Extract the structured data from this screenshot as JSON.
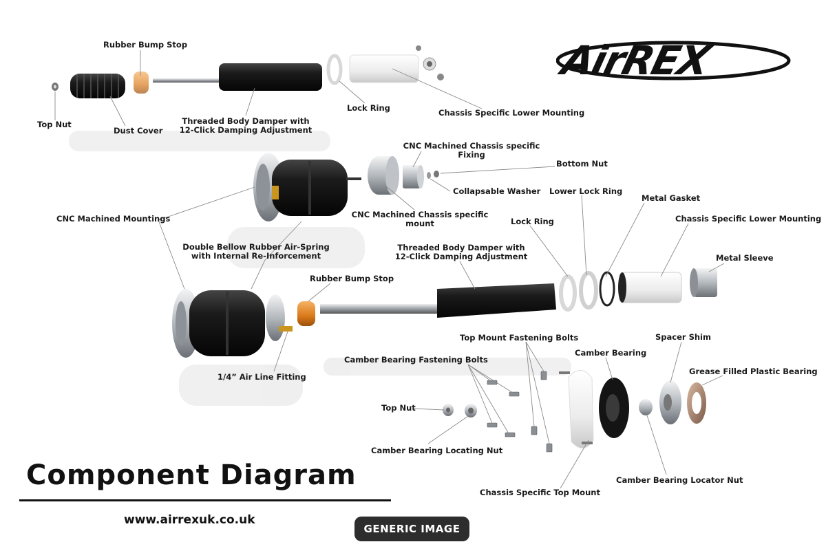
{
  "brand": {
    "logo_text": "AirREX",
    "website": "www.airrexuk.co.uk",
    "badge": "GENERIC IMAGE"
  },
  "diagram": {
    "title": "Component Diagram",
    "labels": {
      "rubber_bump_stop_top": "Rubber Bump Stop",
      "top_nut_top": "Top Nut",
      "dust_cover": "Dust Cover",
      "threaded_damper_top_1": "Threaded Body Damper with",
      "threaded_damper_top_2": "12-Click Damping Adjustment",
      "lock_ring_top": "Lock Ring",
      "chassis_lower_mount_top": "Chassis Specific Lower Mounting",
      "cnc_fixing_1": "CNC Machined Chassis specific",
      "cnc_fixing_2": "Fixing",
      "bottom_nut": "Bottom Nut",
      "collapsable_washer": "Collapsable Washer",
      "cnc_mount_1": "CNC Machined Chassis specific",
      "cnc_mount_2": "mount",
      "lower_lock_ring": "Lower Lock Ring",
      "metal_gasket": "Metal Gasket",
      "cnc_mountings": "CNC Machined Mountings",
      "lock_ring_mid": "Lock Ring",
      "chassis_lower_mount_mid": "Chassis Specific Lower Mounting",
      "double_bellow_1": "Double Bellow Rubber Air-Spring",
      "double_bellow_2": "with Internal Re-Inforcement",
      "threaded_damper_mid_1": "Threaded Body Damper with",
      "threaded_damper_mid_2": "12-Click Damping Adjustment",
      "metal_sleeve": "Metal Sleeve",
      "rubber_bump_stop_mid": "Rubber Bump Stop",
      "top_mount_bolts": "Top Mount Fastening Bolts",
      "spacer_shim": "Spacer Shim",
      "camber_bearing": "Camber Bearing",
      "camber_bearing_bolts": "Camber Bearing Fastening Bolts",
      "grease_bearing": "Grease Filled Plastic Bearing",
      "air_line_fitting": "1/4” Air Line Fitting",
      "top_nut_bottom": "Top Nut",
      "camber_locating_nut": "Camber Bearing Locating Nut",
      "camber_locator_nut": "Camber Bearing Locator Nut",
      "chassis_top_mount": "Chassis Specific Top Mount"
    }
  },
  "colors": {
    "damper_body": "#1c1c1c",
    "bump_stop": "#e38a2a",
    "aluminium": "#b8bcc0",
    "white_part": "#f2f2f2",
    "badge_bg": "#2d2d2d"
  }
}
